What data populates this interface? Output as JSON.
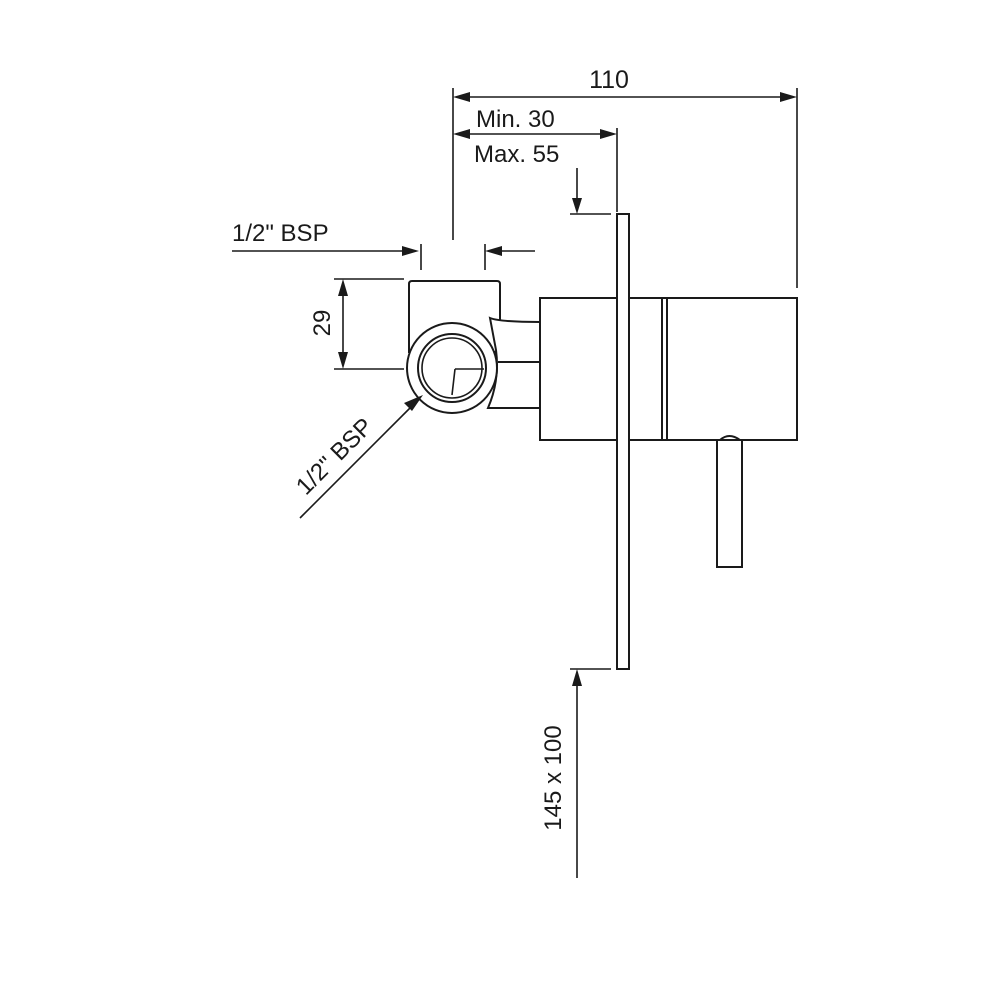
{
  "dimensions": {
    "overall_depth": "110",
    "wall_min": "Min. 30",
    "wall_max": "Max. 55",
    "inlet_thread_top": "1/2\" BSP",
    "inlet_height": "29",
    "outlet_thread": "1/2\" BSP",
    "plate_size": "145 x 100"
  },
  "colors": {
    "line": "#1a1a1a",
    "background": "#ffffff"
  }
}
